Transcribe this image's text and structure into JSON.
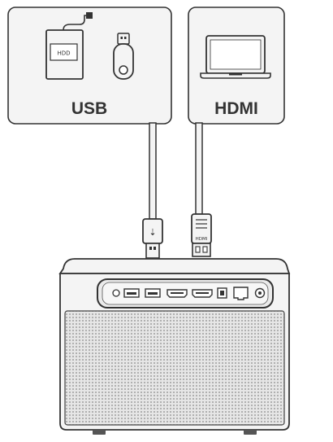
{
  "labels": {
    "usb_box": "USB",
    "hdmi_box": "HDMI",
    "hdd_label": "HDD",
    "usb_plug_symbol": "⇣",
    "hdmi_plug_text": "HDMI"
  },
  "colors": {
    "outline": "#333333",
    "panel_fill": "#f4f4f4",
    "speaker_fill": "#d9d9d9",
    "port_strip": "#ebebeb",
    "background": "#ffffff"
  },
  "icons": {
    "usb_box_icons": [
      "hdd-icon",
      "usb-stick-icon"
    ],
    "hdmi_box_icons": [
      "laptop-icon"
    ]
  },
  "device": {
    "ports": [
      "power-button",
      "usb-port",
      "usb-port",
      "hdmi-port",
      "hdmi-port",
      "optical-port",
      "ethernet-port",
      "dc-in-port"
    ]
  }
}
